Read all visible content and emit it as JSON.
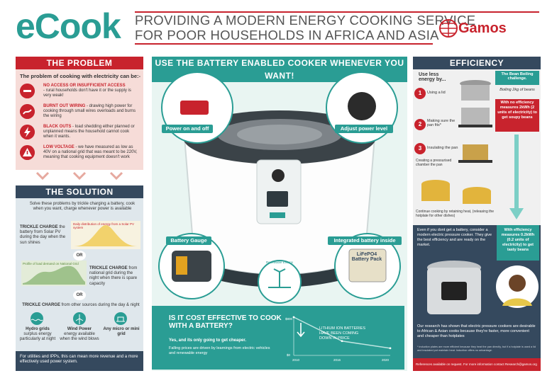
{
  "header": {
    "logo": "eCook",
    "title_line1": "PROVIDING A MODERN ENERGY COOKING SERVICE",
    "title_line2": "FOR POOR HOUSEHOLDS IN AFRICA AND ASIA",
    "brand": "Gamos"
  },
  "problem": {
    "heading": "THE PROBLEM",
    "intro": "The problem of cooking with electricity can be:-",
    "items": [
      {
        "title": "NO ACCESS OR INSUFFICIENT ACCESS",
        "text": "- rural households don't have it or the supply is very weak!",
        "icon": "no-entry-icon"
      },
      {
        "title": "BURNT OUT WIRING",
        "text": "- drawing high power for cooking through small wires overloads and burns the wiring",
        "icon": "burning-wire-icon"
      },
      {
        "title": "BLACK OUTS",
        "text": "- load shedding either planned or unplanned means the household cannot cook when it wants.",
        "icon": "lightning-icon"
      },
      {
        "title": "LOW VOLTAGE",
        "text": "- we have measured as low as 40V on a national grid that was meant to be 220V, meaning that cooking equipment doesn't work",
        "icon": "warning-icon"
      }
    ]
  },
  "solution": {
    "heading": "THE SOLUTION",
    "intro": "Solve these problems by trickle charging a battery, cook when you want, charge whenever power is available",
    "trickle1_label": "TRICKLE CHARGE",
    "trickle1_text": "the battery from Solar PV during the day when the sun shines",
    "chart1_label": "Daily distribution of energy from a Solar PV system",
    "or1": "OR",
    "chart2_label": "Profile of load demand on National Grid",
    "trickle2_label": "TRICKLE CHARGE",
    "trickle2_text": "from national grid during the night when there is spare capacity",
    "or2": "OR",
    "trickle3_label": "TRICKLE CHARGE",
    "trickle3_text": "from other sources during the day & night",
    "sources": [
      {
        "title": "Hydro grids",
        "text": "surplus energy particularly at night"
      },
      {
        "title": "Wind Power",
        "text": "energy available when the wind blows"
      },
      {
        "title": "Any micro or mini grid",
        "text": ""
      }
    ],
    "footer": "For utilities and IPPs, this can mean more revenue and a more effectively used power system."
  },
  "middle": {
    "heading": "USE THE BATTERY ENABLED COOKER WHENEVER YOU WANT!",
    "power_label": "Power on and off",
    "adjust_label": "Adjust power level",
    "gauge_label": "Battery Gauge",
    "integrated_label": "Integrated battery inside",
    "battery_text_1": "LiFePO4",
    "battery_text_2": "Battery Pack",
    "renewable_label": "Renewable Energy"
  },
  "cost": {
    "heading_1": "IS IT COST EFFECTIVE TO COOK",
    "heading_2": "WITH A BATTERY?",
    "line1": "Yes, and its only going to get cheaper.",
    "line2": "Falling prices are driven by learnings from electric vehicles and renewable energy",
    "chart_text_1": "LITHIUM ION BATTERIES",
    "chart_text_2": "HAVE BEEN COMING",
    "chart_text_3": "DOWN IN PRICE",
    "y_top": "$800",
    "y_bottom": "$0",
    "x_ticks": [
      "2010",
      "2016",
      "2020"
    ]
  },
  "chart_data": {
    "type": "line",
    "x": [
      "2010",
      "2016",
      "2020"
    ],
    "series": [
      {
        "values": [
          800,
          300,
          150
        ]
      }
    ],
    "ylim": [
      0,
      800
    ]
  },
  "efficiency": {
    "heading": "EFFICIENCY",
    "intro": "Use less energy by...",
    "steps": [
      {
        "num": "1",
        "text": "Using a lid"
      },
      {
        "num": "2",
        "text": "Making sure the pan fits*"
      },
      {
        "num": "3",
        "text": "Insulating the pan"
      }
    ],
    "pressure_text": "Creating a pressurised chamber the pan",
    "retain_text": "Continue cooking by retaining heat, (releasing the hotplate for other dishes)",
    "bean_title": "The Bean Boiling challenge.",
    "bean_sub": "Boiling 2kg of beans",
    "no_eff": "With no efficiency measures 2kWh (2 units of electricity) to get soupy beans",
    "with_eff": "With efficiency measures 0.2kWh (0.2 units of electricity) to get tasty beans",
    "battery_text": "Even if you dont get a battery, consider a modern electric pressure cooker. They give the best efficiency and are ready on the market.",
    "research_text": "Our research has shown that electric pressure cookers are desirable to African & Asian cooks because they're faster, more convenient and cheaper than hotplates",
    "footnote": "* induction plates are more efficient because they heat the pan directly, but if a hotplate is used a lid and insulated pot maintain heat. Induction offers no advantage.",
    "references": "References available on request. For more information contact Research@gamos.org"
  },
  "colors": {
    "teal": "#2a9d94",
    "red": "#c8232d",
    "navy": "#35495e"
  }
}
